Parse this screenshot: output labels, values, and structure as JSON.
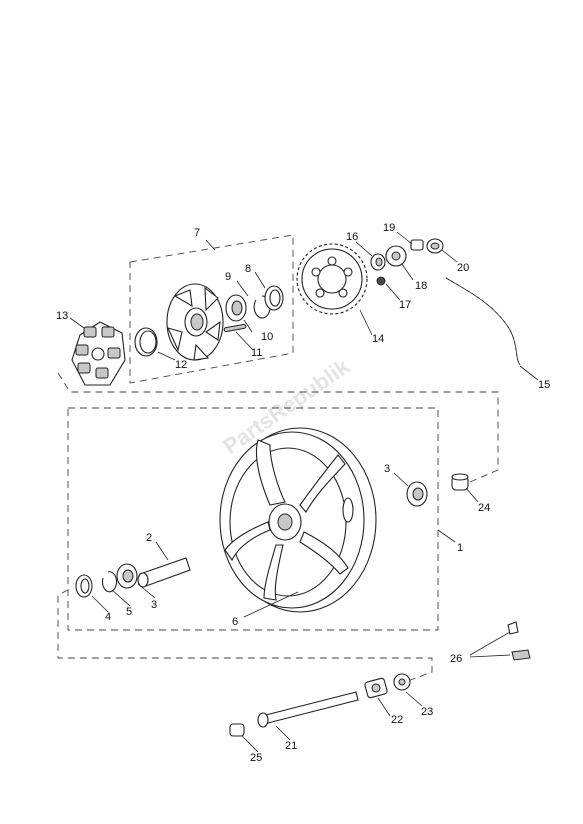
{
  "diagram": {
    "watermark": "PartsRepublik",
    "callouts": {
      "c1": "1",
      "c2": "2",
      "c3a": "3",
      "c3b": "3",
      "c4": "4",
      "c5": "5",
      "c6": "6",
      "c7": "7",
      "c8": "8",
      "c9": "9",
      "c10": "10",
      "c11": "11",
      "c12": "12",
      "c13": "13",
      "c14": "14",
      "c15": "15",
      "c16": "16",
      "c17": "17",
      "c18": "18",
      "c19": "19",
      "c20": "20",
      "c21": "21",
      "c22": "22",
      "c23": "23",
      "c24": "24",
      "c25": "25",
      "c26": "26"
    }
  }
}
